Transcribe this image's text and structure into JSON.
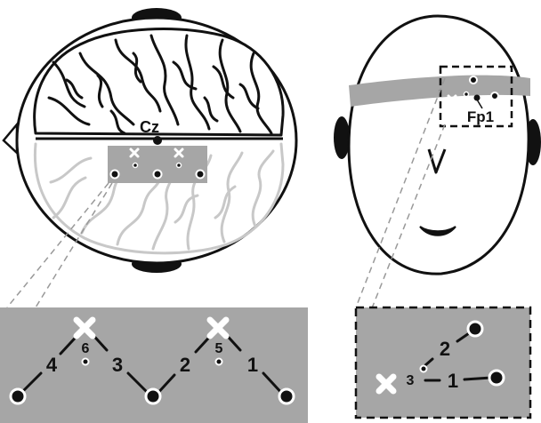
{
  "top_view": {
    "electrode_label": "Cz"
  },
  "front_view": {
    "electrode_label": "Fp1"
  },
  "left_inset": {
    "channel_labels": [
      "4",
      "6",
      "3",
      "2",
      "5",
      "1"
    ]
  },
  "right_inset": {
    "channel_labels": [
      "2",
      "3",
      "1"
    ]
  }
}
